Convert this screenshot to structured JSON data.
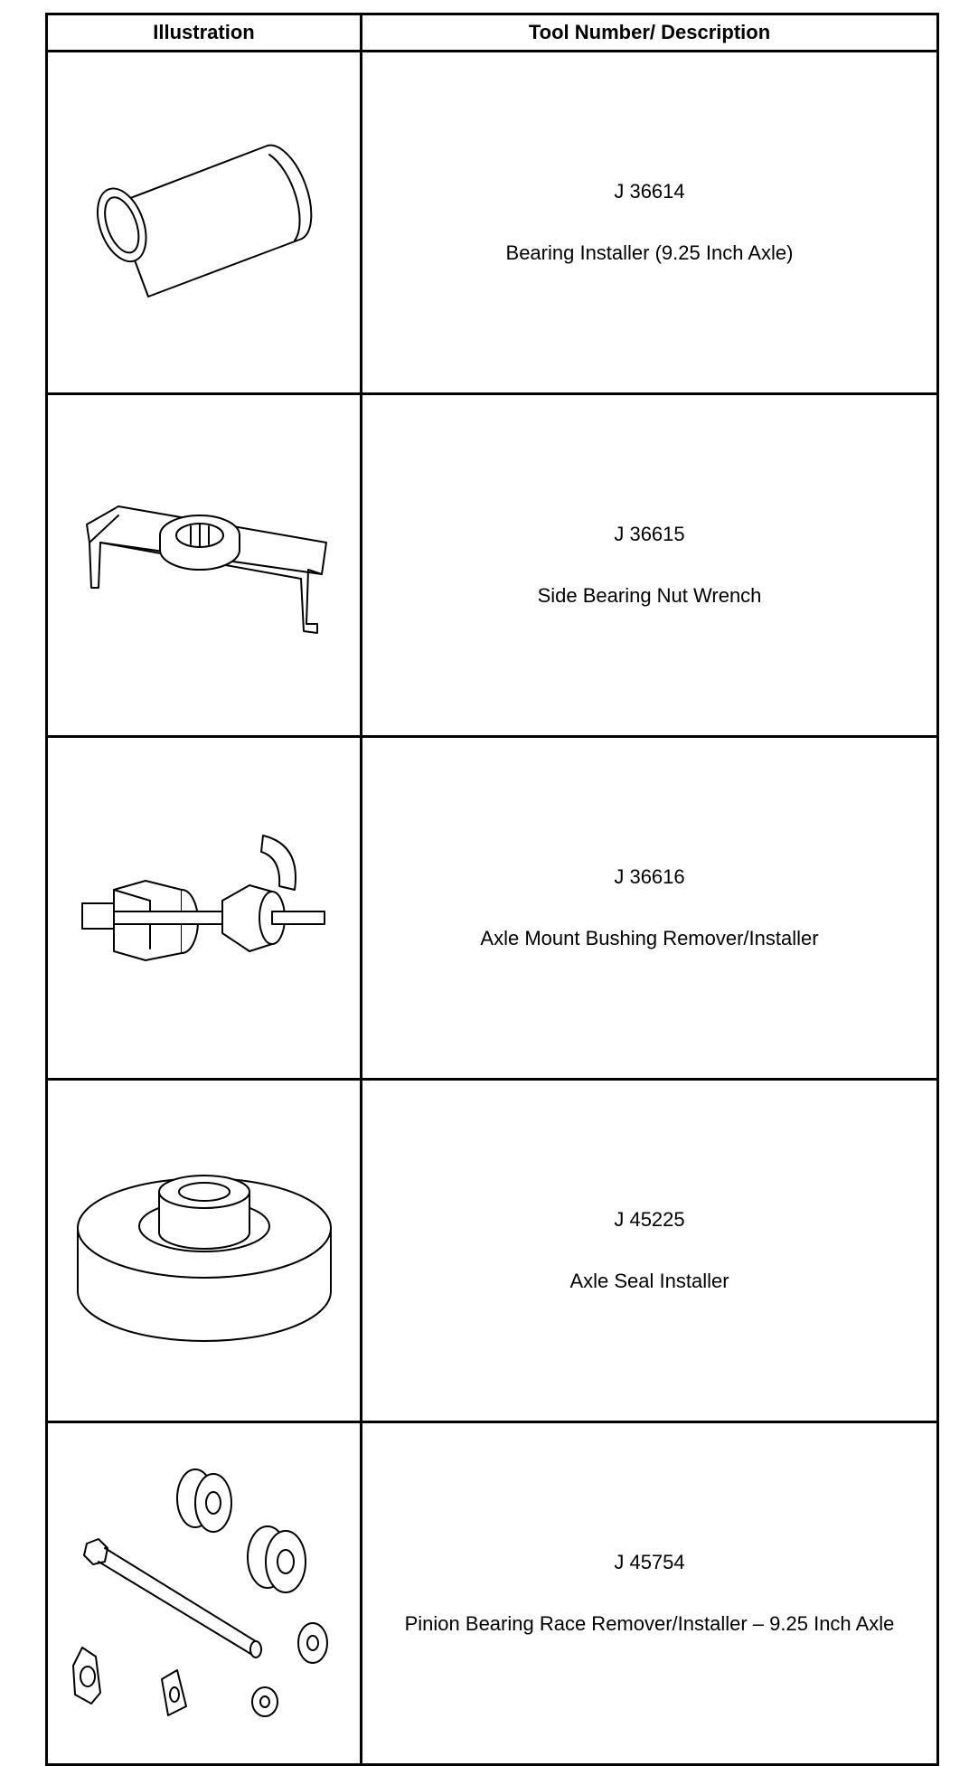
{
  "table": {
    "headers": {
      "illustration": "Illustration",
      "description": "Tool Number/ Description"
    },
    "rows": [
      {
        "tool_number": "J 36614",
        "description": "Bearing Installer (9.25 Inch Axle)",
        "icon": "cylindrical-bearing-installer-icon"
      },
      {
        "tool_number": "J 36615",
        "description": "Side Bearing Nut Wrench",
        "icon": "nut-wrench-icon"
      },
      {
        "tool_number": "J 36616",
        "description": "Axle Mount Bushing Remover/Installer",
        "icon": "bushing-remover-installer-icon"
      },
      {
        "tool_number": "J 45225",
        "description": "Axle Seal Installer",
        "icon": "seal-installer-icon"
      },
      {
        "tool_number": "J 45754",
        "description": "Pinion Bearing Race Remover/Installer – 9.25 Inch Axle",
        "icon": "race-remover-installer-kit-icon"
      }
    ]
  }
}
